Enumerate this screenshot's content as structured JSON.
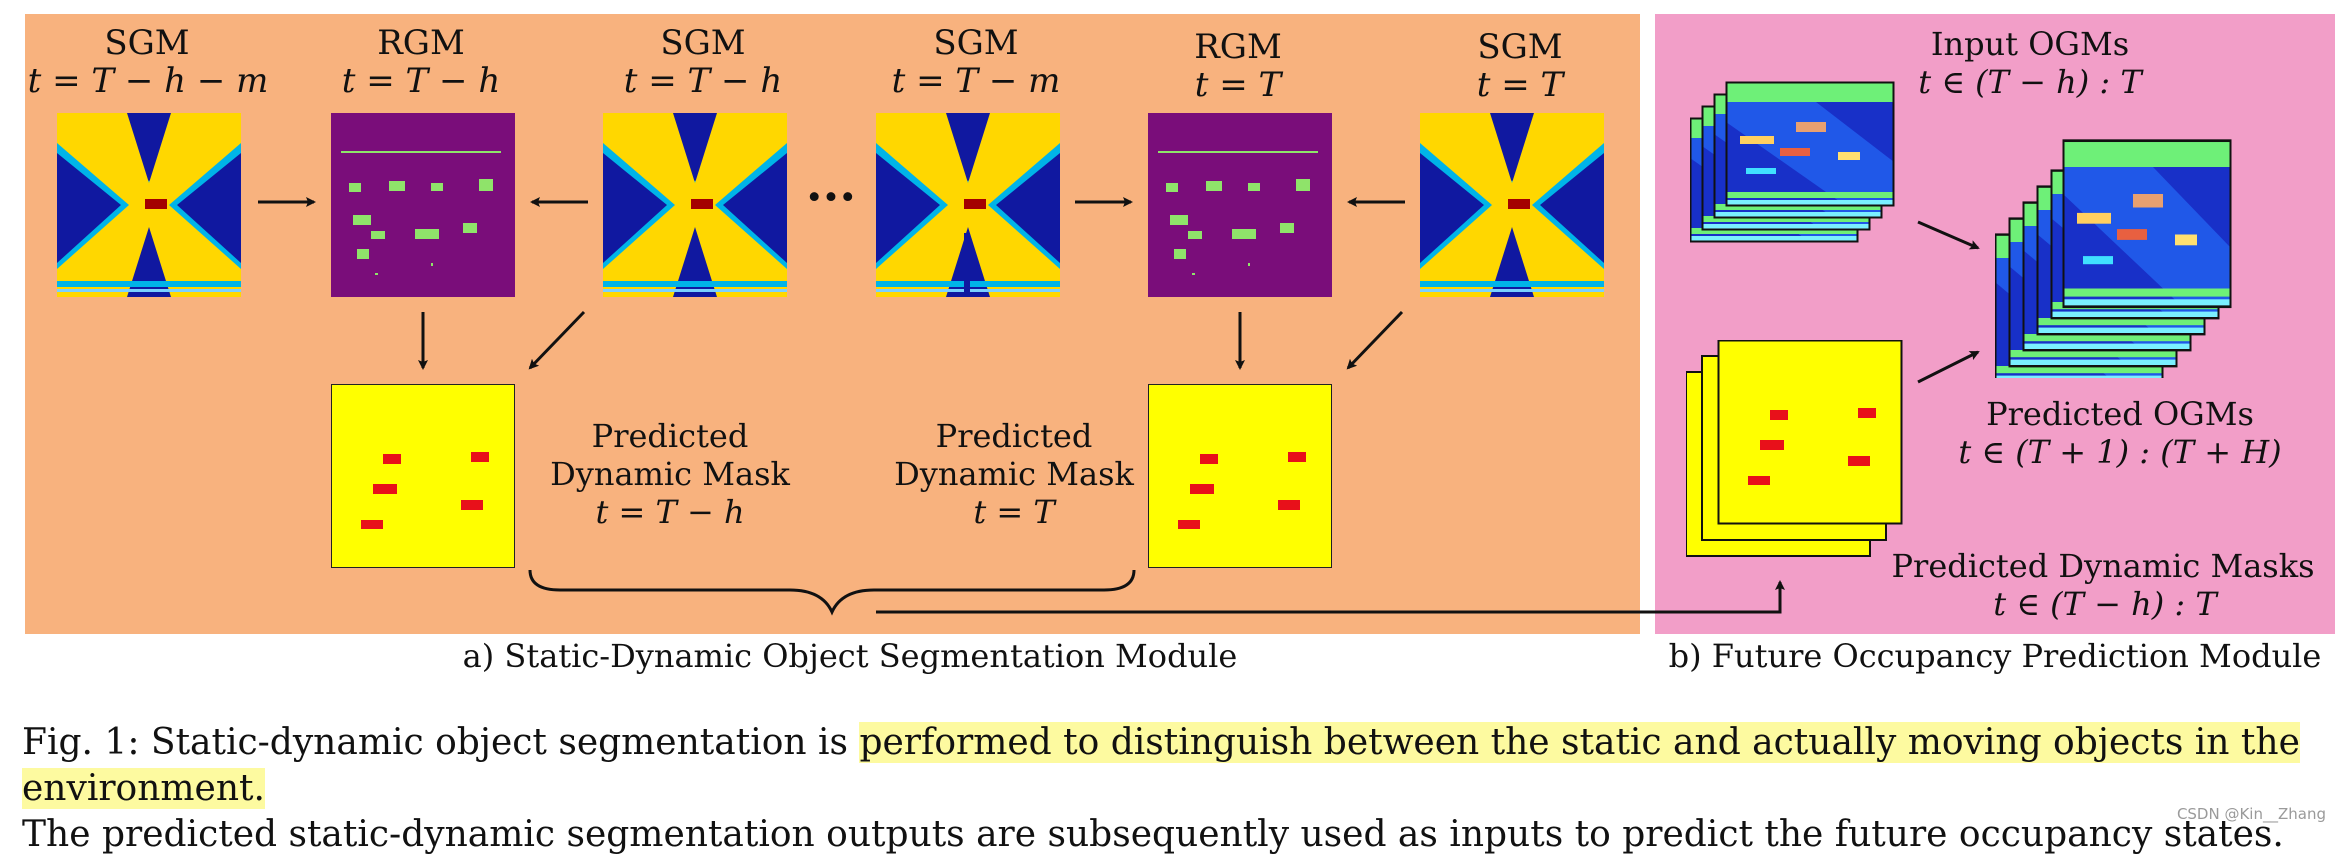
{
  "panel_a": {
    "caption": "a) Static-Dynamic Object Segmentation Module",
    "columns": [
      {
        "type": "SGM",
        "time": "t = T − h − m"
      },
      {
        "type": "RGM",
        "time": "t = T − h"
      },
      {
        "type": "SGM",
        "time": "t = T − h"
      },
      {
        "type": "SGM",
        "time": "t = T − m"
      },
      {
        "type": "RGM",
        "time": "t = T"
      },
      {
        "type": "SGM",
        "time": "t = T"
      }
    ],
    "ellipsis": "···",
    "mask_left": {
      "line1": "Predicted",
      "line2": "Dynamic Mask",
      "time": "t = T − h"
    },
    "mask_right": {
      "line1": "Predicted",
      "line2": "Dynamic Mask",
      "time": "t = T"
    }
  },
  "panel_b": {
    "caption": "b) Future Occupancy Prediction Module",
    "input_title": "Input OGMs",
    "input_time": "t ∈ (T − h) : T",
    "pred_title": "Predicted OGMs",
    "pred_time": "t ∈ (T + 1) : (T + H)",
    "masks_title": "Predicted Dynamic Masks",
    "masks_time": "t ∈ (T − h) : T"
  },
  "caption": {
    "prefix": "Fig. 1: Static-dynamic object segmentation is ",
    "highlighted": "performed to distinguish between the static and actually moving objects in the environment.",
    "rest": "The predicted static-dynamic segmentation outputs are subsequently used as inputs to predict the future occupancy states."
  },
  "watermark": "CSDN @Kin__Zhang",
  "colors": {
    "panel_a_bg": "#f8b27e",
    "panel_b_bg": "#f29ec8",
    "sgm_free": "#ffd700",
    "sgm_occupied": "#1018a0",
    "rgm_bg": "#7a0d7a",
    "mask_bg": "#ffff00",
    "mask_blob": "#e8101a",
    "highlight": "#fdfaa0"
  }
}
